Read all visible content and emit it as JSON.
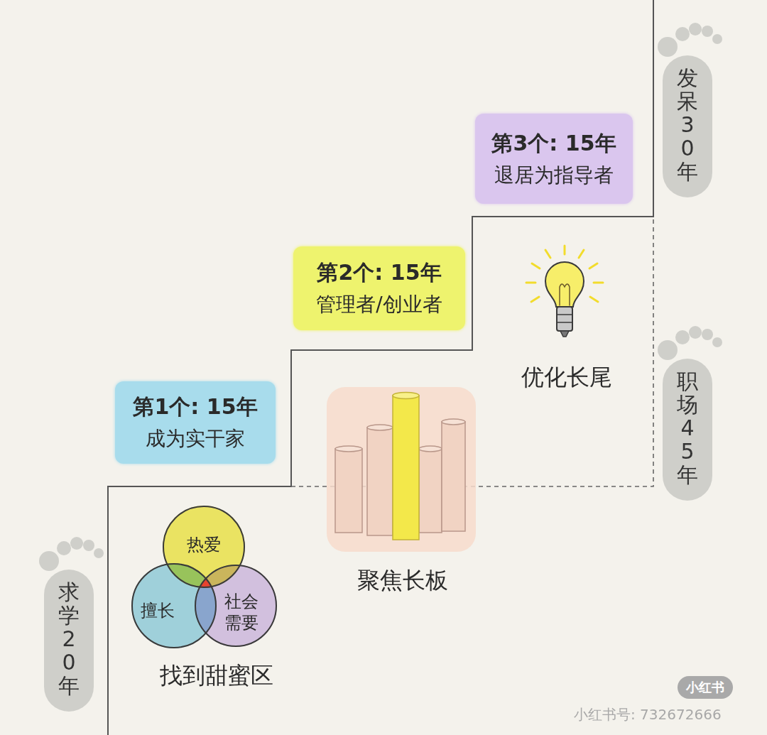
{
  "diagram": {
    "nodes": [
      {
        "text": [
          "求学20年"
        ]
      },
      {
        "text": [
          "热爱"
        ]
      },
      {
        "text": [
          "擅长"
        ]
      },
      {
        "text": [
          "社会 需要"
        ]
      },
      {
        "text": [
          "第1个: 15年",
          "成为实干家"
        ]
      },
      {
        "text": [
          "第2个: 15年",
          "管理者/创业者"
        ]
      },
      {
        "text": [
          "第3个: 15年",
          "退居为指导者"
        ]
      },
      {
        "text": [
          "职场45年"
        ]
      },
      {
        "text": [
          "发呆30年"
        ]
      }
    ],
    "labels": [
      "找到甜蜜区",
      "聚焦长板",
      "优化长尾",
      "小红书",
      "小红书号: 732672666"
    ]
  }
}
